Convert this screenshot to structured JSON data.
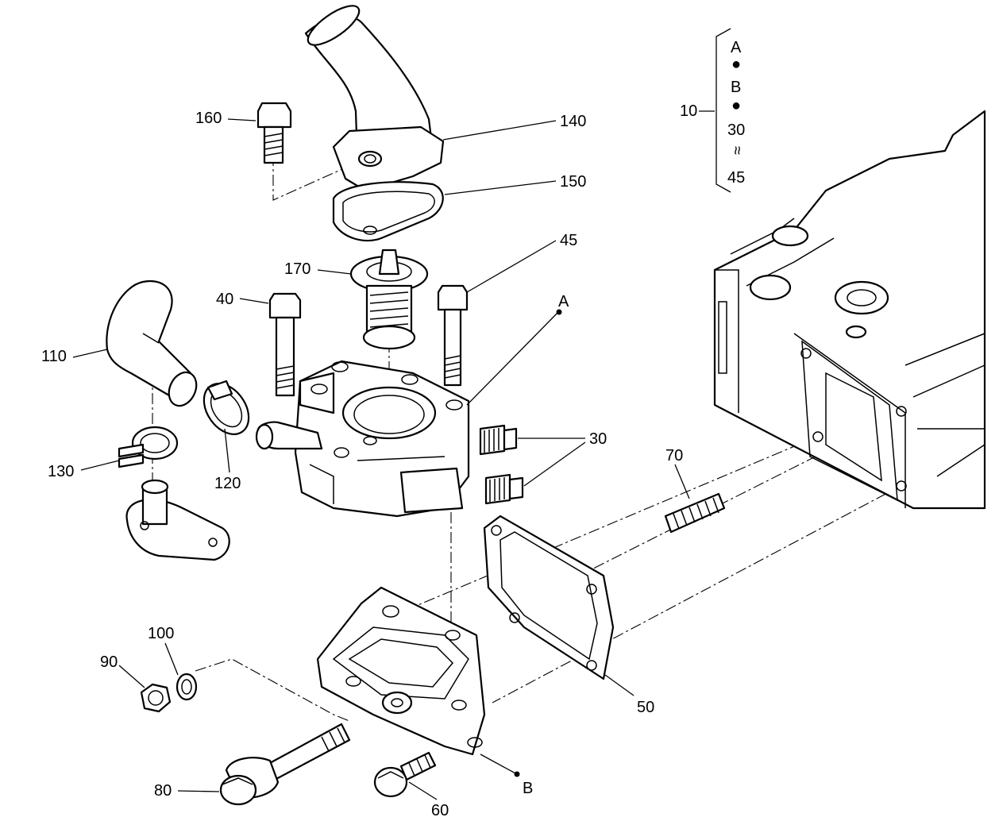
{
  "legend": {
    "group_number": "10",
    "items": [
      "A",
      "●",
      "B",
      "●",
      "30",
      "≈",
      "45"
    ]
  },
  "callouts": {
    "c160": "160",
    "c140": "140",
    "c150": "150",
    "c45": "45",
    "c170": "170",
    "c40": "40",
    "cA": "A",
    "c110": "110",
    "c30": "30",
    "c130": "130",
    "c120": "120",
    "c70": "70",
    "c100": "100",
    "c90": "90",
    "c50": "50",
    "c80": "80",
    "c60": "60",
    "cB": "B"
  }
}
